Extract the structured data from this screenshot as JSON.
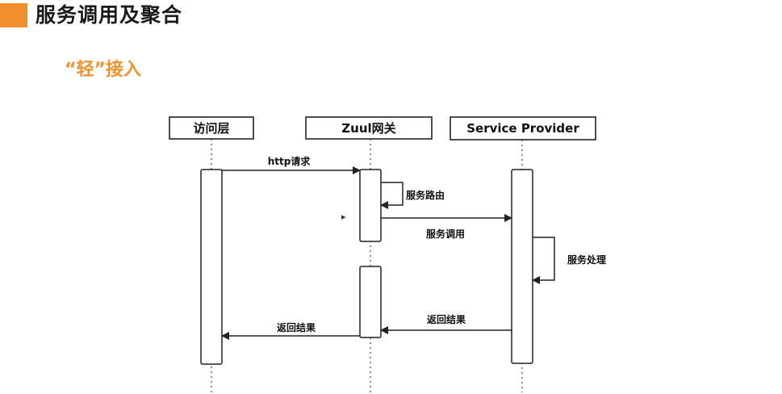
{
  "slide": {
    "title": "服务调用及聚合",
    "subtitle": "“轻”接入",
    "accent_color": "#f28f2c"
  },
  "diagram": {
    "participants": [
      {
        "id": "access",
        "label": "访问层"
      },
      {
        "id": "zuul",
        "label": "Zuul网关"
      },
      {
        "id": "provider",
        "label": "Service Provider"
      }
    ],
    "messages": [
      {
        "id": "http-request",
        "label": "http请求",
        "from": "access",
        "to": "zuul"
      },
      {
        "id": "service-routing",
        "label": "服务路由",
        "from": "zuul",
        "to": "zuul"
      },
      {
        "id": "service-call",
        "label": "服务调用",
        "from": "zuul",
        "to": "provider"
      },
      {
        "id": "service-processing",
        "label": "服务处理",
        "from": "provider",
        "to": "provider"
      },
      {
        "id": "return-provider",
        "label": "返回结果",
        "from": "provider",
        "to": "zuul"
      },
      {
        "id": "return-zuul",
        "label": "返回结果",
        "from": "zuul",
        "to": "access"
      }
    ]
  }
}
